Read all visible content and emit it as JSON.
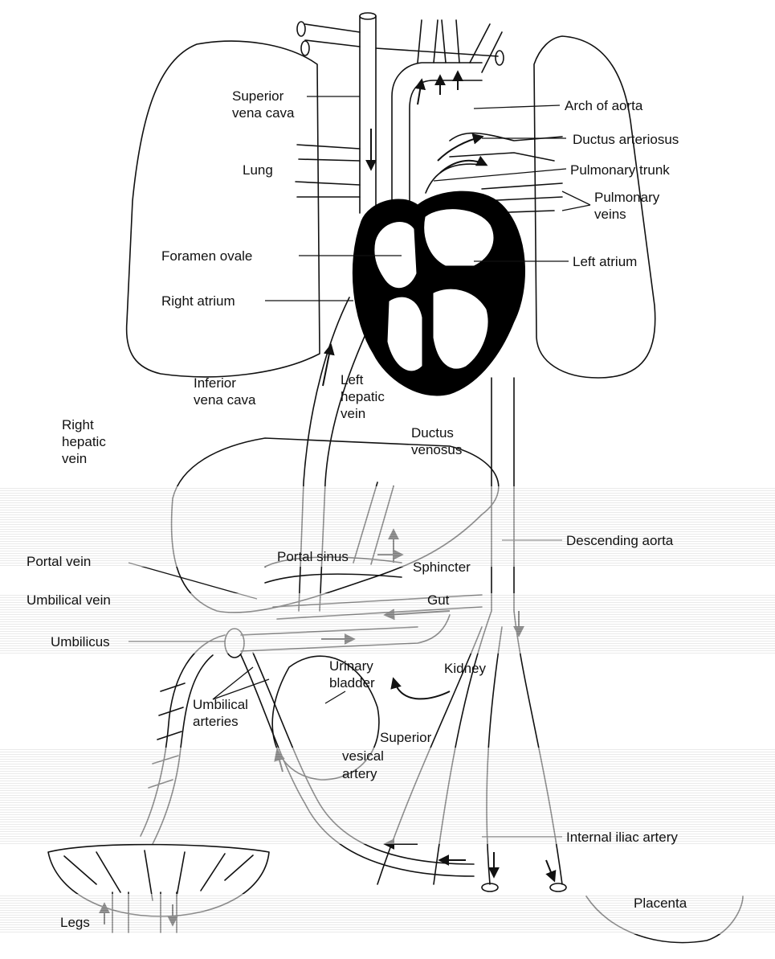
{
  "labels": {
    "superior_vena_cava": [
      "Superior",
      "vena cava"
    ],
    "arch_of_aorta": "Arch of aorta",
    "ductus_arteriosus": "Ductus arteriosus",
    "lung": "Lung",
    "pulmonary_trunk": "Pulmonary trunk",
    "pulmonary_veins": [
      "Pulmonary",
      "veins"
    ],
    "foramen_ovale": "Foramen ovale",
    "left_atrium": "Left atrium",
    "right_atrium": "Right atrium",
    "inferior_vena_cava": [
      "Inferior",
      "vena cava"
    ],
    "left_hepatic_vein": [
      "Left",
      "hepatic",
      "vein"
    ],
    "right_hepatic_vein": [
      "Right",
      "hepatic",
      "vein"
    ],
    "ductus_venosus": [
      "Ductus",
      "venosus"
    ],
    "descending_aorta": "Descending aorta",
    "portal_sinus": "Portal sinus",
    "sphincter": "Sphincter",
    "portal_vein": "Portal vein",
    "umbilical_vein": "Umbilical vein",
    "gut": "Gut",
    "umbilicus": "Umbilicus",
    "urinary_bladder": [
      "Urinary",
      "bladder"
    ],
    "kidney": "Kidney",
    "umbilical_arteries": [
      "Umbilical",
      "arteries"
    ],
    "superior_vesical_artery": [
      "Superior",
      "vesical",
      "artery"
    ],
    "internal_iliac_artery": "Internal iliac artery",
    "placenta": "Placenta",
    "legs": "Legs"
  },
  "colors": {
    "ink": "#111111",
    "heart_wall": "#000000",
    "paper": "#ffffff"
  }
}
